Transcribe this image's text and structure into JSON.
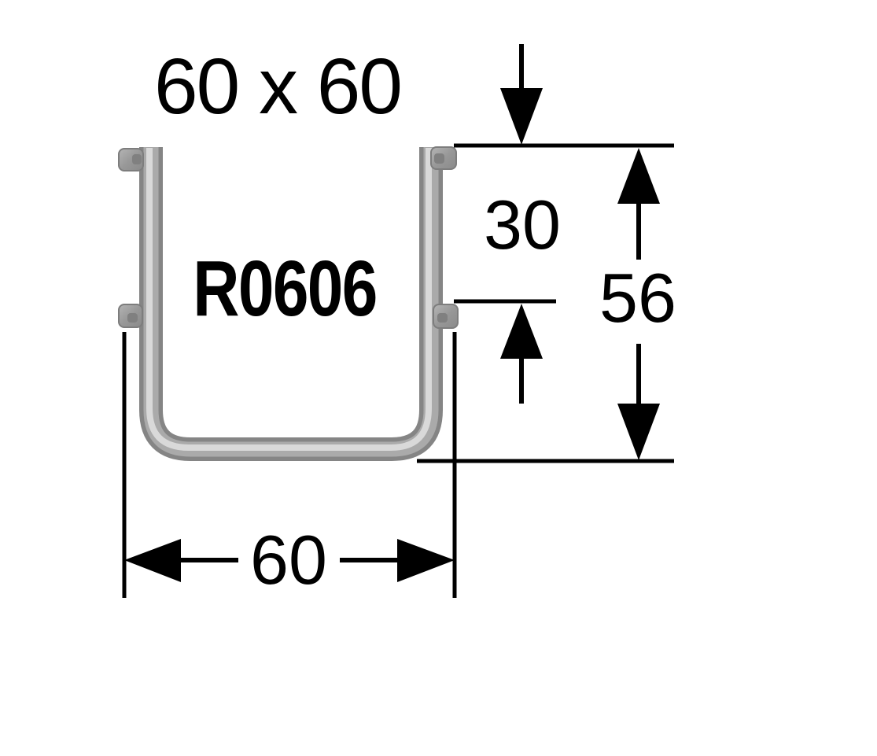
{
  "diagram": {
    "title": "60 x 60",
    "part_code": "R0606",
    "dimensions": {
      "top_to_lug": "30",
      "overall_height": "56",
      "overall_width": "60"
    },
    "colors": {
      "line": "#000000",
      "tube_base": "#858585",
      "tube_mid": "#aaaaaa",
      "tube_highlight": "#d9d9d9",
      "lug_fill": "#9e9e9e",
      "lug_edge": "#7d7d7d",
      "background": "#ffffff"
    }
  }
}
